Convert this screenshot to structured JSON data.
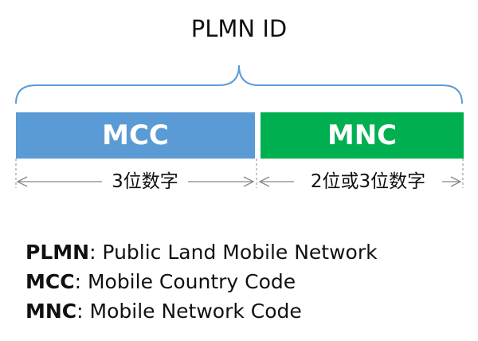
{
  "title": "PLMN ID",
  "segments": [
    {
      "label": "MCC",
      "color": "#5b9bd5"
    },
    {
      "label": "MNC",
      "color": "#00b050"
    }
  ],
  "dimensions": {
    "mcc": "3位数字",
    "mnc": "2位或3位数字"
  },
  "legend": [
    {
      "term": "PLMN",
      "definition": ": Public Land Mobile Network"
    },
    {
      "term": "MCC",
      "definition": ": Mobile Country Code"
    },
    {
      "term": "MNC",
      "definition": ": Mobile Network Code"
    }
  ],
  "colors": {
    "brace": "#5b9bd5",
    "dimension_line": "#888888"
  }
}
